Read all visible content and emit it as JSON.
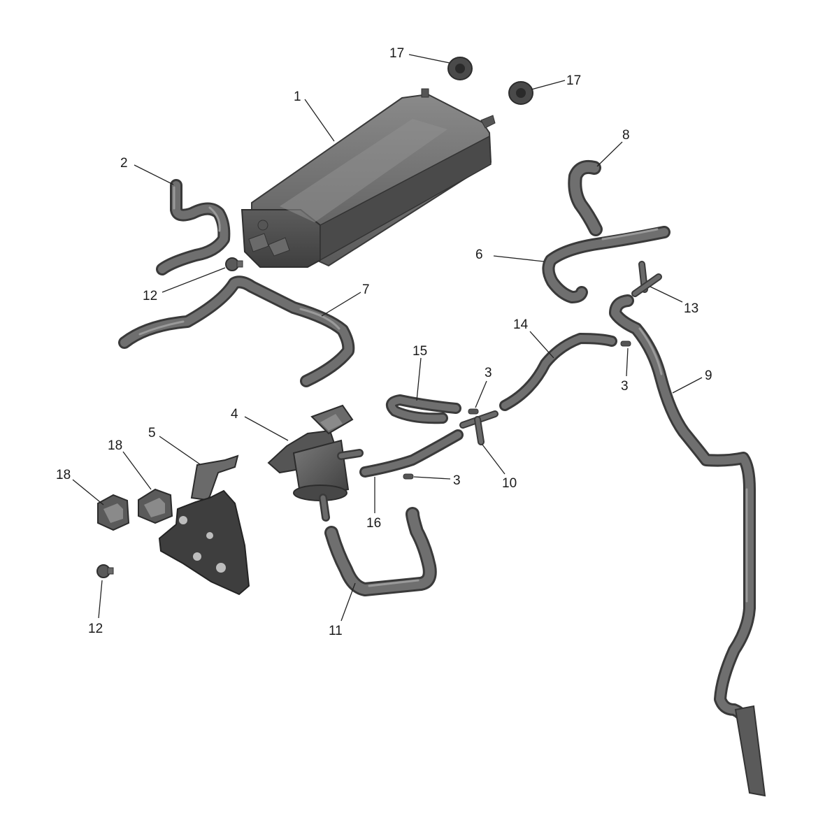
{
  "colors": {
    "part_dark": "#3e3e3e",
    "part_mid": "#6a6a6a",
    "part_light": "#8e8e8e",
    "background": "#ffffff"
  },
  "callouts": [
    {
      "id": "c1",
      "label": "1"
    },
    {
      "id": "c2",
      "label": "2"
    },
    {
      "id": "c3a",
      "label": "3"
    },
    {
      "id": "c3b",
      "label": "3"
    },
    {
      "id": "c3c",
      "label": "3"
    },
    {
      "id": "c4",
      "label": "4"
    },
    {
      "id": "c5",
      "label": "5"
    },
    {
      "id": "c6",
      "label": "6"
    },
    {
      "id": "c7",
      "label": "7"
    },
    {
      "id": "c8",
      "label": "8"
    },
    {
      "id": "c9",
      "label": "9"
    },
    {
      "id": "c10",
      "label": "10"
    },
    {
      "id": "c11",
      "label": "11"
    },
    {
      "id": "c12a",
      "label": "12"
    },
    {
      "id": "c12b",
      "label": "12"
    },
    {
      "id": "c13",
      "label": "13"
    },
    {
      "id": "c14",
      "label": "14"
    },
    {
      "id": "c15",
      "label": "15"
    },
    {
      "id": "c16",
      "label": "16"
    },
    {
      "id": "c17a",
      "label": "17"
    },
    {
      "id": "c17b",
      "label": "17"
    },
    {
      "id": "c18a",
      "label": "18"
    },
    {
      "id": "c18b",
      "label": "18"
    }
  ]
}
